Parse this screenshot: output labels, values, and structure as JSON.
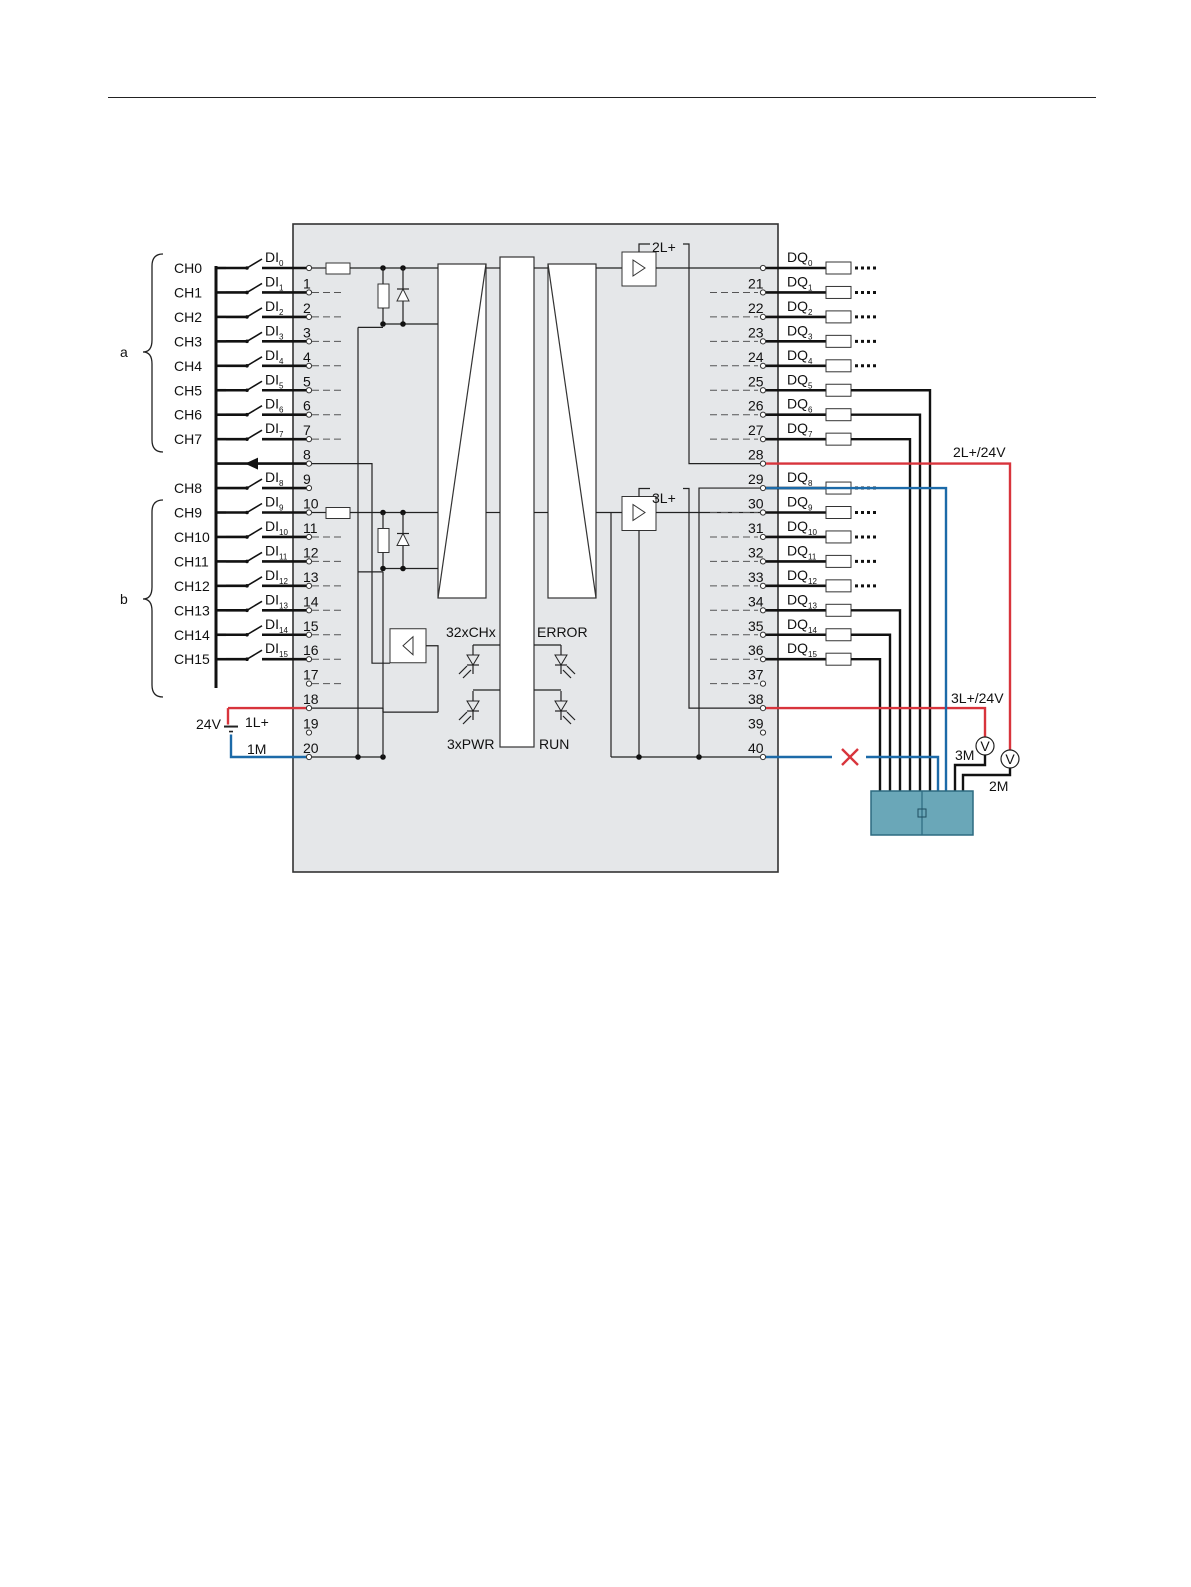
{
  "groups": {
    "a": "a",
    "b": "b"
  },
  "channels": [
    "CH0",
    "CH1",
    "CH2",
    "CH3",
    "CH4",
    "CH5",
    "CH6",
    "CH7",
    "CH8",
    "CH9",
    "CH10",
    "CH11",
    "CH12",
    "CH13",
    "CH14",
    "CH15"
  ],
  "di_inputs": [
    {
      "base": "DI",
      "sub": "0"
    },
    {
      "base": "DI",
      "sub": "1"
    },
    {
      "base": "DI",
      "sub": "2"
    },
    {
      "base": "DI",
      "sub": "3"
    },
    {
      "base": "DI",
      "sub": "4"
    },
    {
      "base": "DI",
      "sub": "5"
    },
    {
      "base": "DI",
      "sub": "6"
    },
    {
      "base": "DI",
      "sub": "7"
    },
    {
      "base": "DI",
      "sub": "8"
    },
    {
      "base": "DI",
      "sub": "9"
    },
    {
      "base": "DI",
      "sub": "10"
    },
    {
      "base": "DI",
      "sub": "11"
    },
    {
      "base": "DI",
      "sub": "12"
    },
    {
      "base": "DI",
      "sub": "13"
    },
    {
      "base": "DI",
      "sub": "14"
    },
    {
      "base": "DI",
      "sub": "15"
    }
  ],
  "left_terminals": [
    "1",
    "2",
    "3",
    "4",
    "5",
    "6",
    "7",
    "8",
    "9",
    "10",
    "11",
    "12",
    "13",
    "14",
    "15",
    "16",
    "17",
    "18",
    "19",
    "20"
  ],
  "right_terminals": [
    "21",
    "22",
    "23",
    "24",
    "25",
    "26",
    "27",
    "28",
    "29",
    "30",
    "31",
    "32",
    "33",
    "34",
    "35",
    "36",
    "37",
    "38",
    "39",
    "40"
  ],
  "dq_outputs": [
    {
      "base": "DQ",
      "sub": "0"
    },
    {
      "base": "DQ",
      "sub": "1"
    },
    {
      "base": "DQ",
      "sub": "2"
    },
    {
      "base": "DQ",
      "sub": "3"
    },
    {
      "base": "DQ",
      "sub": "4"
    },
    {
      "base": "DQ",
      "sub": "5"
    },
    {
      "base": "DQ",
      "sub": "6"
    },
    {
      "base": "DQ",
      "sub": "7"
    },
    {
      "base": "DQ",
      "sub": "8"
    },
    {
      "base": "DQ",
      "sub": "9"
    },
    {
      "base": "DQ",
      "sub": "10"
    },
    {
      "base": "DQ",
      "sub": "11"
    },
    {
      "base": "DQ",
      "sub": "12"
    },
    {
      "base": "DQ",
      "sub": "13"
    },
    {
      "base": "DQ",
      "sub": "14"
    },
    {
      "base": "DQ",
      "sub": "15"
    }
  ],
  "supply": {
    "voltage": "24V",
    "plus": "1L+",
    "minus": "1M"
  },
  "internal": {
    "l2": "2L+",
    "l3": "3L+"
  },
  "leds": {
    "channels": "32xCHx",
    "error": "ERROR",
    "power": "3xPWR",
    "run": "RUN"
  },
  "external": {
    "l2_24v": "2L+/24V",
    "l3_24v": "3L+/24V",
    "m3": "3M",
    "m2": "2M",
    "volt": "V"
  },
  "colors": {
    "red": "#d8343c",
    "blue": "#1c6aa8",
    "module": "#e5e7e9",
    "load": "#6aa7b8"
  }
}
